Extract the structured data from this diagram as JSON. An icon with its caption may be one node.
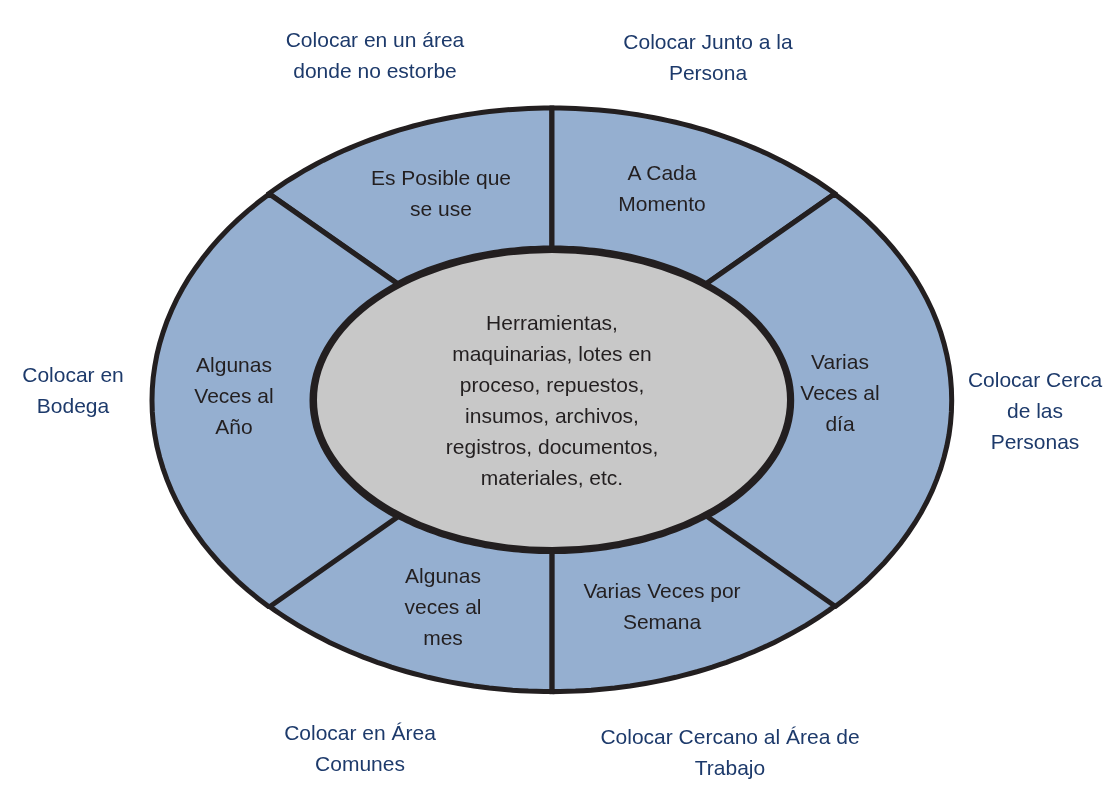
{
  "diagram": {
    "nodes": [
      {
        "text": [
          "Es Posible que se use"
        ],
        "beside": [
          "Colocar en un área donde no estorbe"
        ]
      },
      {
        "text": [
          "A Cada Momento"
        ],
        "beside": [
          "Colocar Junto a la Persona"
        ]
      },
      {
        "text": [
          "Varias Veces al día"
        ],
        "beside": [
          "Colocar Cerca de las Personas"
        ]
      },
      {
        "text": [
          "Varias Veces por Semana"
        ],
        "beside": [
          "Colocar Cercano al Área de Trabajo"
        ]
      },
      {
        "text": [
          "Algunas veces al mes"
        ],
        "beside": [
          "Colocar en Área Comunes"
        ]
      },
      {
        "text": [
          "Algunas Veces al Año"
        ],
        "beside": [
          "Colocar en Bodega"
        ]
      },
      {
        "text": [
          "Herramientas, maquinarias, lotes en proceso, repuestos, insumos, archivos, registros, documentos, materiales, etc."
        ]
      }
    ]
  }
}
